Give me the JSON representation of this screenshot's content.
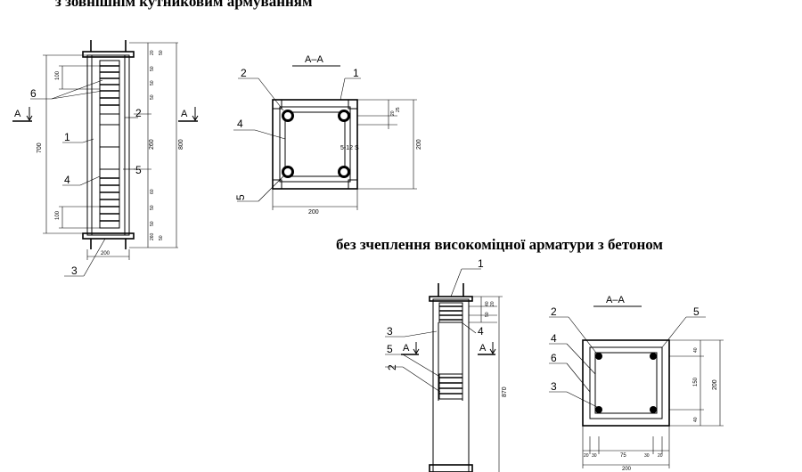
{
  "captions": {
    "top": "з зовнішнім кутниковим армуванням",
    "bottom": "без зчеплення високоміцної арматури з бетоном"
  },
  "drawing1": {
    "labels": {
      "l6": "6",
      "l1": "1",
      "l4": "4",
      "l3": "3",
      "l2": "2",
      "l5": "5",
      "cutA_left": "А",
      "cutA_right": "А"
    },
    "dims": {
      "total_height": "700",
      "overall": "800",
      "mid": "260",
      "width": "200",
      "top_100": "100",
      "bottom_100": "100",
      "tick_a": "20",
      "tick_b": "50",
      "tick_c": "50",
      "tick_d": "50",
      "tick_e": "60",
      "tick_f": "50",
      "tick_g": "50",
      "tick_h": "260",
      "tick_i": "50",
      "tick_j": "50"
    }
  },
  "section1": {
    "title": "А–А",
    "labels": {
      "l2": "2",
      "l1": "1",
      "l4": "4",
      "l5": "5"
    },
    "dims": {
      "width": "200",
      "height": "200",
      "d1": "20",
      "d2": "25",
      "note": "5-12 S"
    }
  },
  "drawing2": {
    "labels": {
      "l1": "1",
      "l3": "3",
      "l4": "4",
      "l5": "5",
      "l2": "2",
      "cutA_left": "А",
      "cutA_right": "А"
    },
    "dims": {
      "height": "870",
      "t1": "40",
      "t2": "50",
      "t3": "20"
    }
  },
  "section2": {
    "title": "А–А",
    "labels": {
      "l2": "2",
      "l5": "5",
      "l4": "4",
      "l6": "6",
      "l3": "3"
    },
    "dims": {
      "v_top": "40",
      "v_mid": "150",
      "v_bot": "40",
      "v_total": "200",
      "h_a": "20",
      "h_b": "30",
      "h_mid": "75",
      "h_c": "30",
      "h_d": "20",
      "h_total": "200"
    }
  }
}
